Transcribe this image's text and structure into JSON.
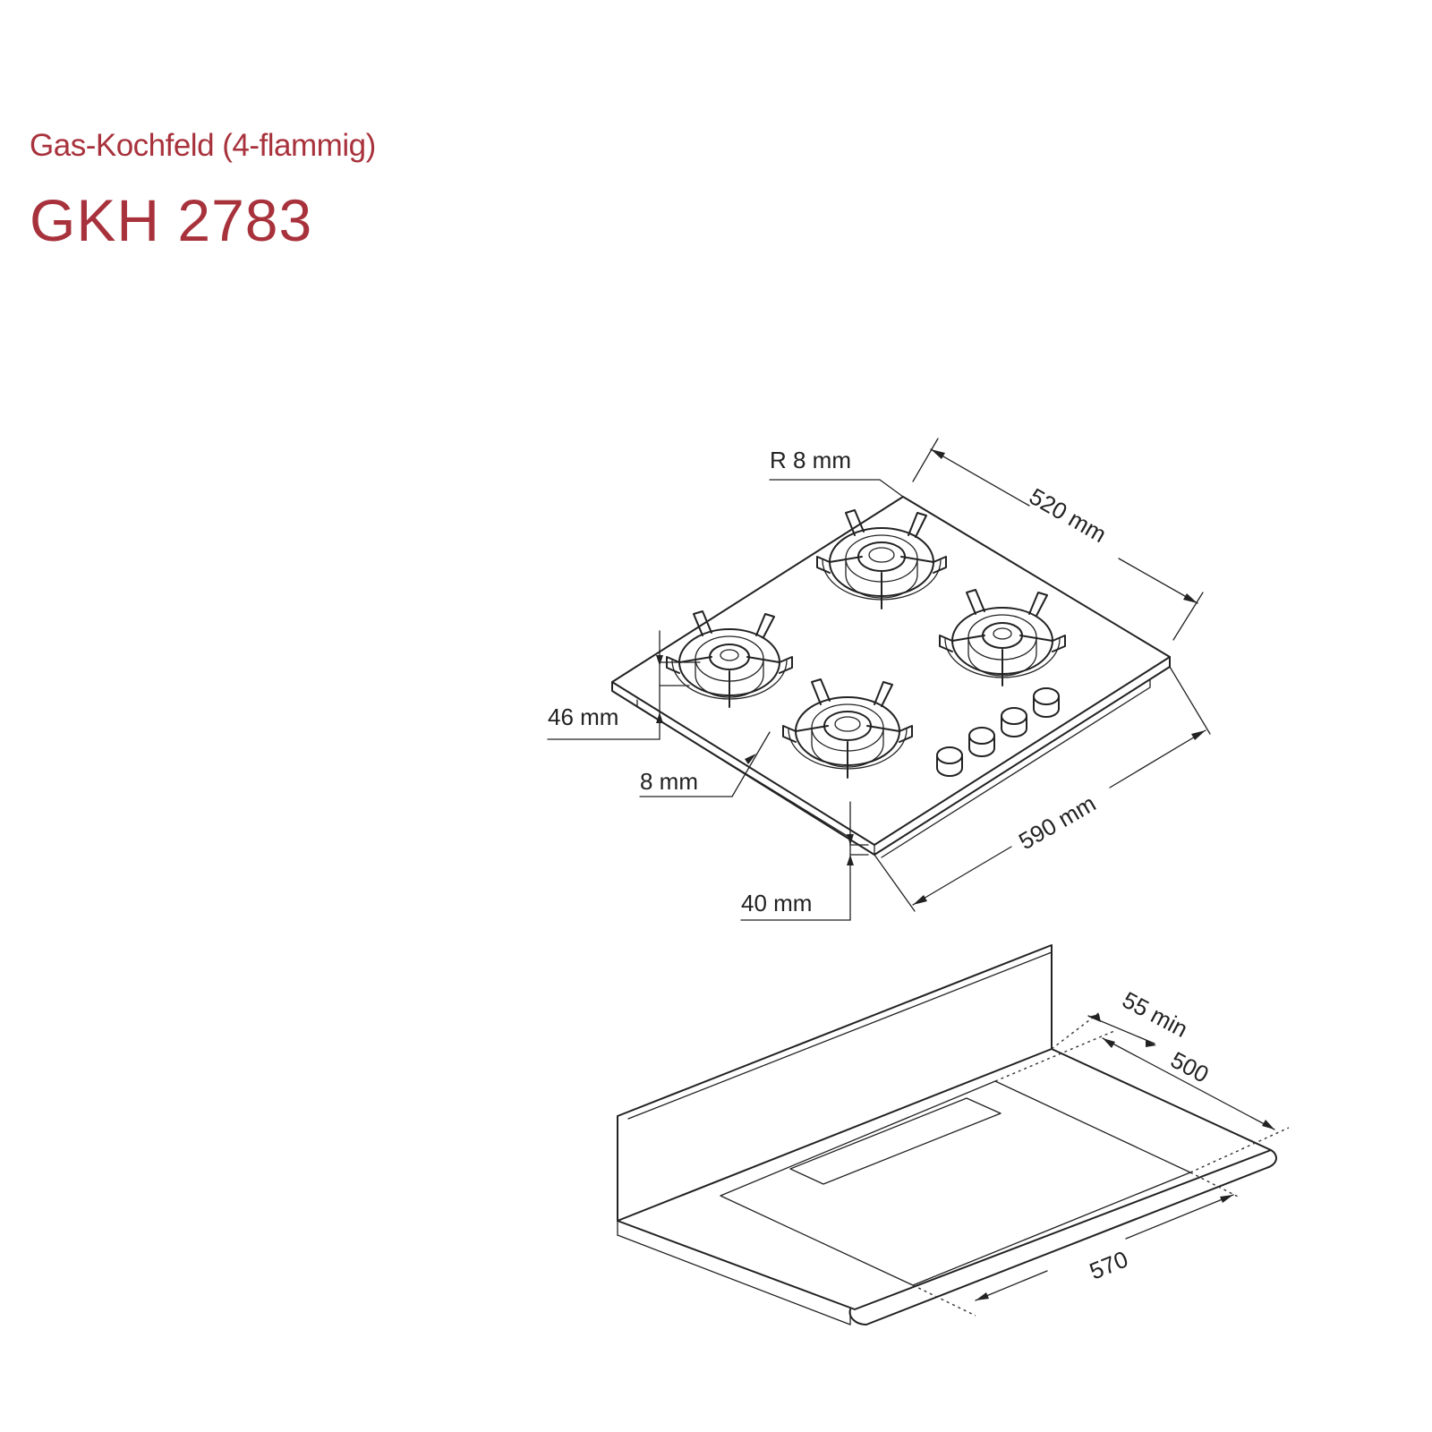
{
  "header": {
    "subtitle": "Gas-Kochfeld (4-flammig)",
    "model": "GKH 2783"
  },
  "dimensions": {
    "radius": "R 8 mm",
    "depth": "520 mm",
    "width": "590 mm",
    "height_total": "46 mm",
    "glass": "8 mm",
    "height_under": "40 mm",
    "cutout_min_edge": "55 min",
    "cutout_depth": "500",
    "cutout_width": "570"
  },
  "parts": {
    "burner_count": 4,
    "knob_count": 4
  }
}
